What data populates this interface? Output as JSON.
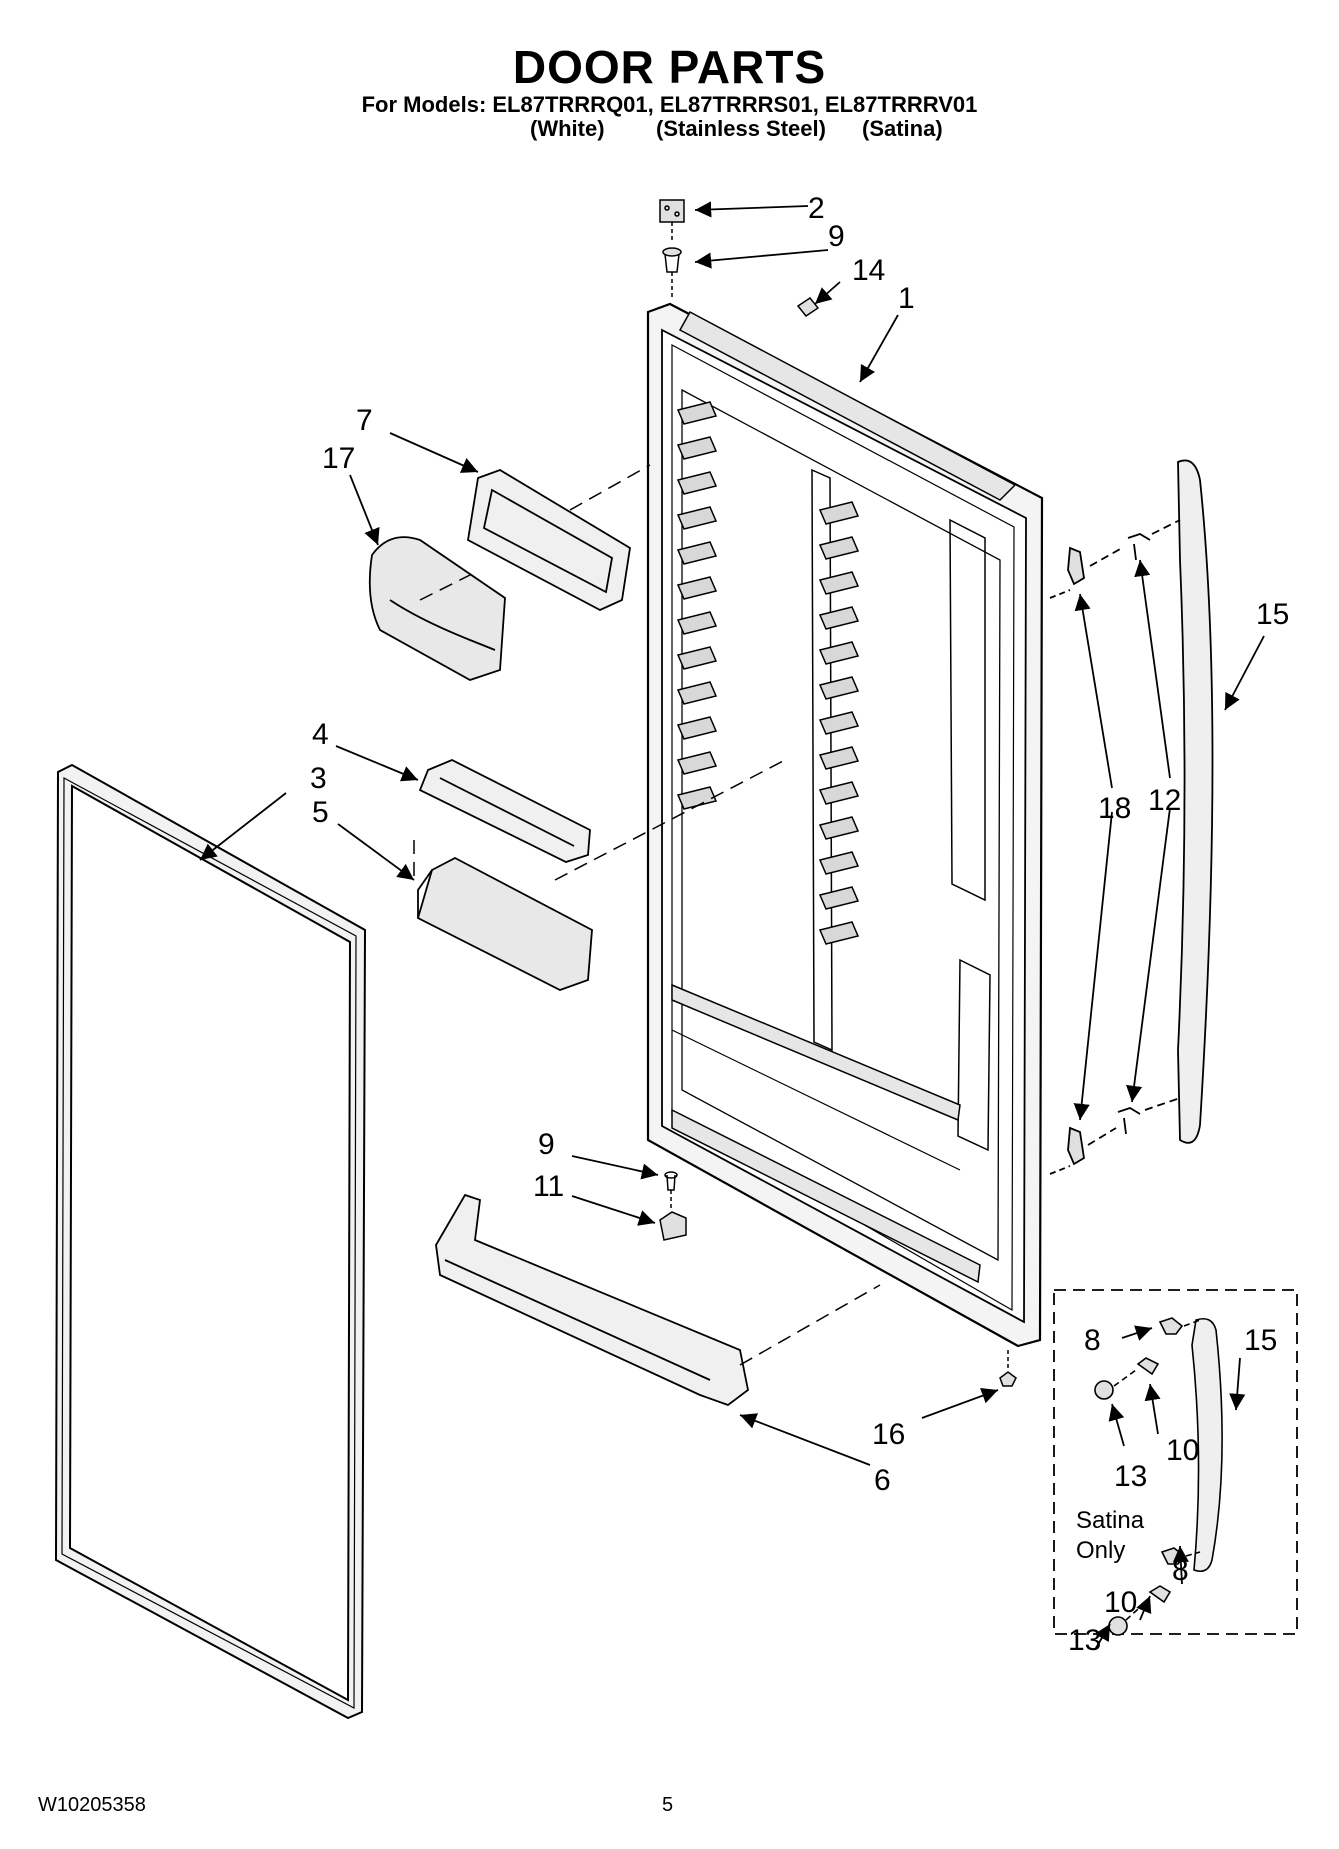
{
  "header": {
    "title": "DOOR PARTS",
    "models_line": "For Models: EL87TRRRQ01, EL87TRRRS01, EL87TRRRV01",
    "finishes": [
      "(White)",
      "(Stainless Steel)",
      "(Satina)"
    ]
  },
  "callouts": {
    "c1": "1",
    "c2": "2",
    "c3": "3",
    "c4": "4",
    "c5": "5",
    "c6": "6",
    "c7": "7",
    "c9_top": "9",
    "c9_bottom": "9",
    "c11": "11",
    "c12": "12",
    "c14": "14",
    "c15": "15",
    "c16": "16",
    "c17": "17",
    "c18": "18"
  },
  "inset": {
    "c8_top": "8",
    "c15": "15",
    "c10_top": "10",
    "c13_top": "13",
    "note_line1": "Satina",
    "note_line2": "Only",
    "c8_bottom": "8",
    "c10_bottom": "10",
    "c13_bottom": "13"
  },
  "footer": {
    "doc_number": "W10205358",
    "page_number": "5"
  }
}
